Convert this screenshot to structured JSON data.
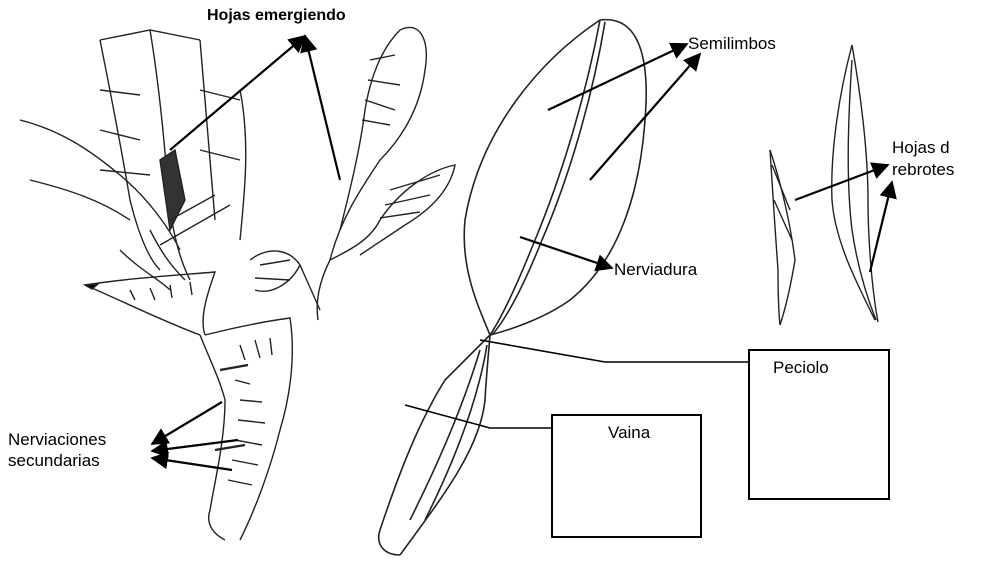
{
  "labels": {
    "hojas_emergiendo": "Hojas emergiendo",
    "semilimbos": "Semilimbos",
    "hojas_de_rebrotes_line1": "Hojas d",
    "hojas_de_rebrotes_line2": "rebrotes",
    "nerviadura": "Nerviadura",
    "peciolo": "Peciolo",
    "vaina": "Vaina",
    "nerviaciones_line1": "Nerviaciones",
    "nerviaciones_line2": "secundarias"
  },
  "colors": {
    "ink": "#000000",
    "background": "#ffffff"
  }
}
